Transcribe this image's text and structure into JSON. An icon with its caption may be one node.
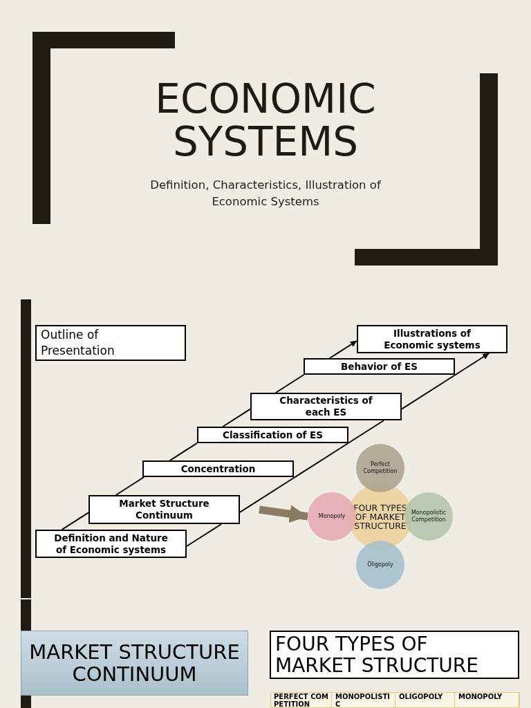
{
  "diagram": {
    "title": "ECONOMIC SYSTEMS",
    "nodes": [
      {
        "text": [
          "Outline of Presentation"
        ]
      },
      {
        "text": [
          "Illustrations of Economic systems"
        ]
      },
      {
        "text": [
          "Behavior of ES"
        ]
      },
      {
        "text": [
          "Characteristics of each ES"
        ]
      },
      {
        "text": [
          "Classification of ES"
        ]
      },
      {
        "text": [
          "Concentration"
        ]
      },
      {
        "text": [
          "Market Structure Continuum"
        ]
      },
      {
        "text": [
          "Definition and Nature of Economic systems"
        ]
      },
      {
        "text": [
          "Perfect Competition"
        ]
      },
      {
        "text": [
          "Monopoly"
        ]
      },
      {
        "text": [
          "FOUR TYPES OF MARKET STRUCTURE"
        ]
      },
      {
        "text": [
          "Monopolistic Competition"
        ]
      },
      {
        "text": [
          "Oligopoly"
        ]
      },
      {
        "text": [
          "MARKET STRUCTURE CONTINUUM"
        ]
      },
      {
        "text": [
          "FOUR TYPES OF MARKET STRUCTURE"
        ]
      }
    ],
    "edges": [
      {
        "from": 7,
        "to": 6,
        "arrow": "none"
      },
      {
        "from": 6,
        "to": 5,
        "arrow": "none"
      },
      {
        "from": 5,
        "to": 4,
        "arrow": "none"
      },
      {
        "from": 4,
        "to": 3,
        "arrow": "none"
      },
      {
        "from": 3,
        "to": 2,
        "arrow": "none"
      },
      {
        "from": 2,
        "to": 1,
        "arrow": "to"
      },
      {
        "from": 7,
        "to": 6,
        "arrow": "none"
      },
      {
        "from": 6,
        "to": 5,
        "arrow": "none"
      },
      {
        "from": 5,
        "to": 4,
        "arrow": "none"
      },
      {
        "from": 4,
        "to": 3,
        "arrow": "none"
      },
      {
        "from": 3,
        "to": 2,
        "arrow": "none"
      },
      {
        "from": 2,
        "to": 1,
        "arrow": "to"
      },
      {
        "from": 6,
        "to": 9,
        "arrow": "to",
        "style": "thick",
        "color": "#8b7b62"
      }
    ],
    "labels": [
      "Definition, Characteristics, Illustration of Economic Systems",
      "PERFECT COMPETITION",
      "MONOPOLISTIC",
      "OLIGOPOLY",
      "MONOPOLY"
    ]
  }
}
